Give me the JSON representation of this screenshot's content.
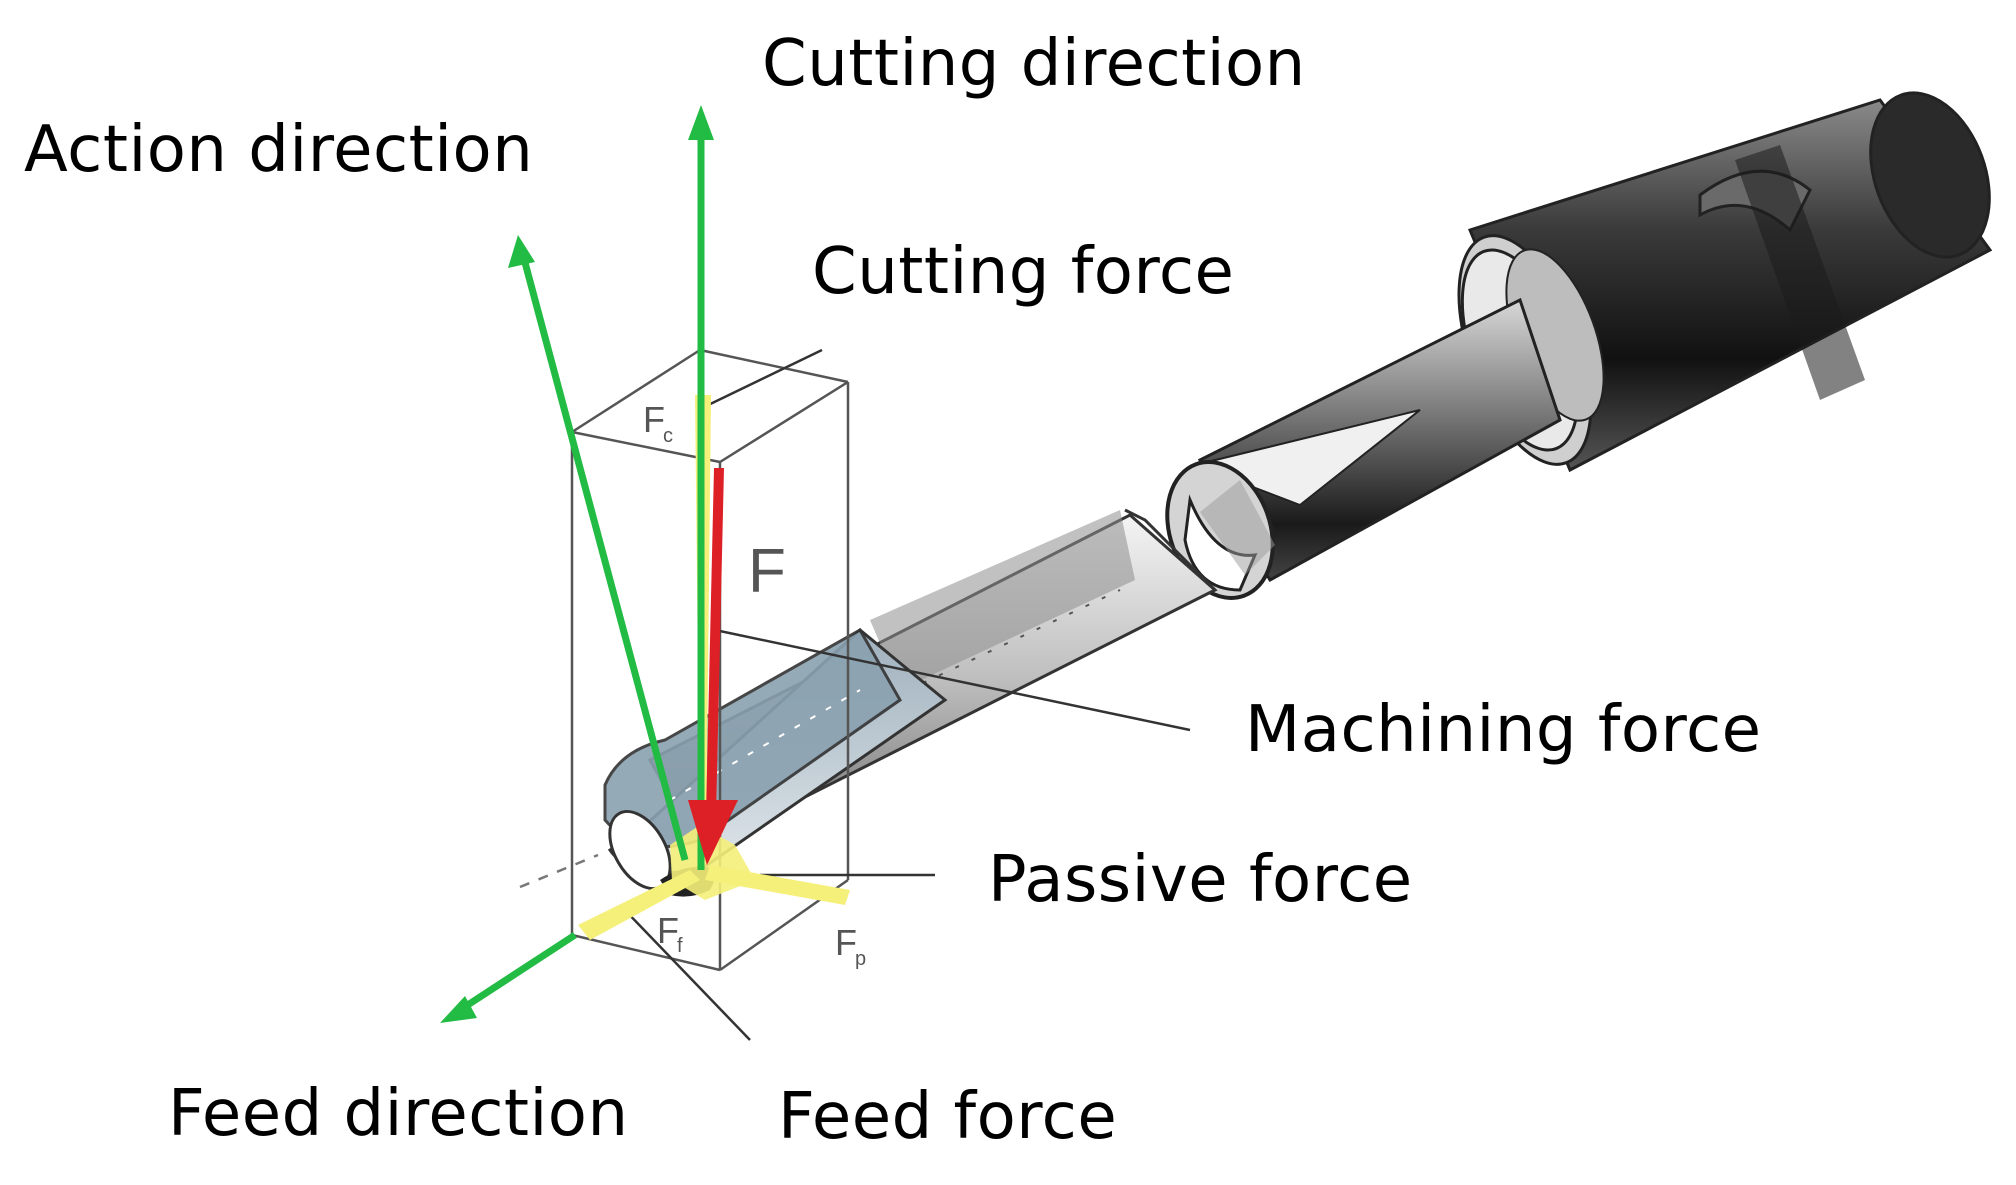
{
  "labels": {
    "action_direction": "Action direction",
    "cutting_direction": "Cutting direction",
    "cutting_force": "Cutting force",
    "machining_force": "Machining force",
    "passive_force": "Passive force",
    "feed_direction": "Feed direction",
    "feed_force": "Feed force"
  },
  "symbols": {
    "resultant": "F",
    "cutting_component": "F",
    "cutting_subscript": "c",
    "feed_component": "F",
    "feed_subscript": "f",
    "passive_component": "F",
    "passive_subscript": "p"
  },
  "colors": {
    "direction_arrow": "#22bb44",
    "force_component": "#f5f07a",
    "resultant_force": "#dd1f26"
  },
  "icons": {
    "tool": "deep-hole-drill-icon"
  }
}
